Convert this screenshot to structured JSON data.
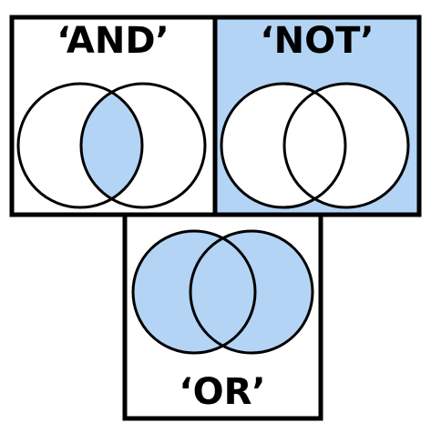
{
  "panels": {
    "and": {
      "label": "‘AND’"
    },
    "not": {
      "label": "‘NOT’"
    },
    "or": {
      "label": "‘OR’"
    }
  },
  "colors": {
    "fill": "#b3d4f5",
    "stroke": "#000000",
    "background": "#ffffff"
  }
}
